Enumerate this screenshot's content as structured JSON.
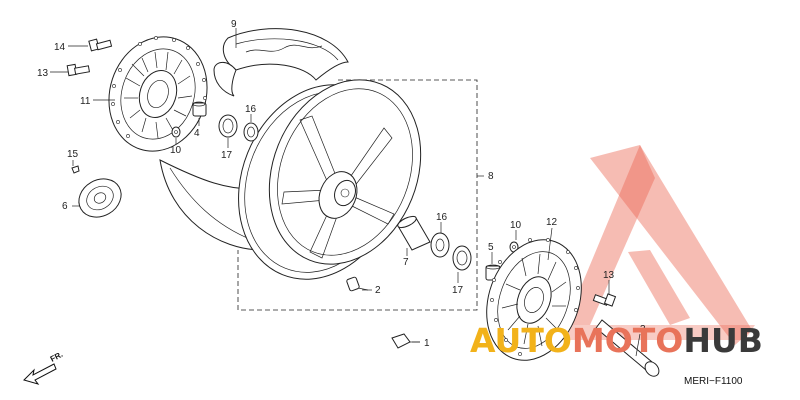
{
  "diagram_code": "MERI−F1100",
  "direction_label": "FR.",
  "callouts": {
    "c1": "1",
    "c2": "2",
    "c3": "3",
    "c4": "4",
    "c5": "5",
    "c6": "6",
    "c7": "7",
    "c8": "8",
    "c9": "9",
    "c10a": "10",
    "c10b": "10",
    "c11": "11",
    "c12": "12",
    "c13a": "13",
    "c13b": "13",
    "c14": "14",
    "c15": "15",
    "c16a": "16",
    "c16b": "16",
    "c17a": "17",
    "c17b": "17"
  },
  "watermark": {
    "part1": "AUTO",
    "part2": "MOTO",
    "part3": "HUB",
    "colors": {
      "auto": "#f2b21a",
      "moto": "#e8735a",
      "hub": "#3a3a3a",
      "triangle": "#e8503a"
    }
  }
}
